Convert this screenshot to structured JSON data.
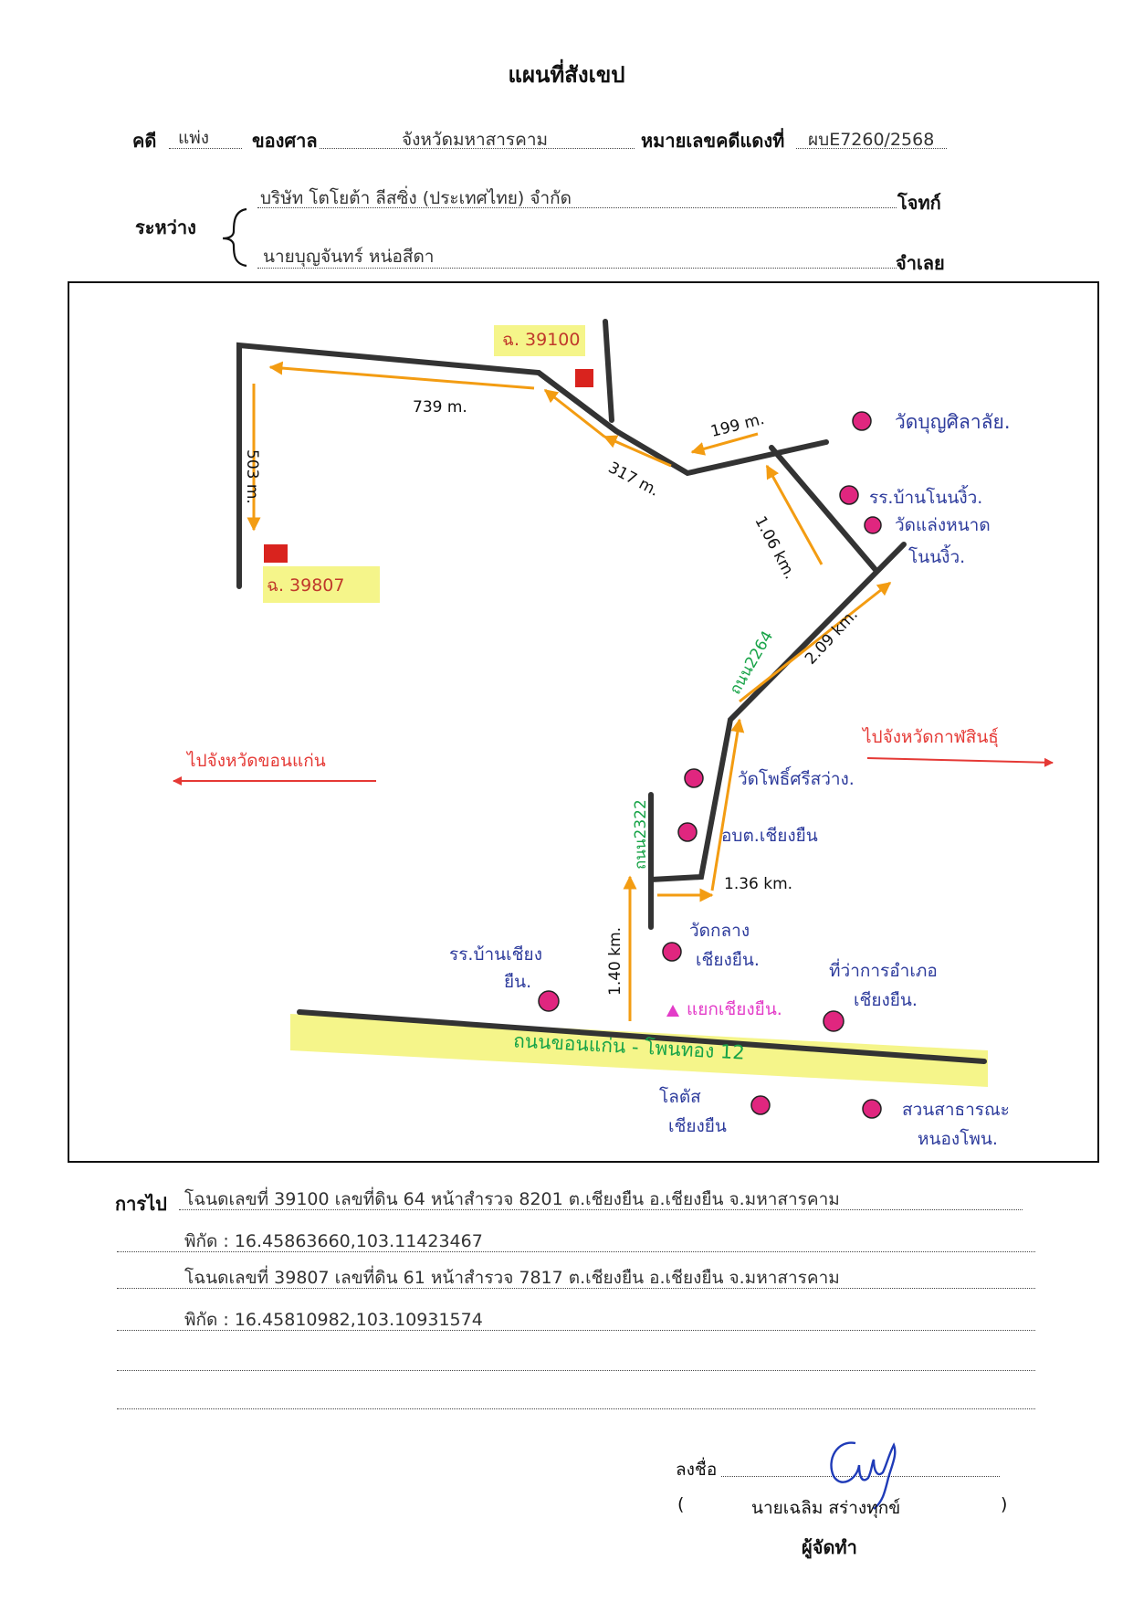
{
  "title": "แผนที่สังเขป",
  "case": {
    "case_label": "คดี",
    "case_type": "แพ่ง",
    "court_label": "ของศาล",
    "court": "จังหวัดมหาสารคาม",
    "red_no_label": "หมายเลขคดีแดงที่",
    "red_no": "ผบE7260/2568",
    "between_label": "ระหว่าง",
    "plaintiff": "บริษัท โตโยต้า ลีสซิ่ง (ประเทศไทย) จำกัด",
    "plaintiff_role": "โจทก์",
    "defendant": "นายบุญจันทร์  หน่อสีดา",
    "defendant_role": "จำเลย"
  },
  "map": {
    "parcel_a": "ฉ. 39100",
    "parcel_b": "ฉ. 39807",
    "dist_top_left": "739 m.",
    "dist_left_down": "503 m.",
    "dist_diag_317": "317 m.",
    "dist_199": "199 m.",
    "dist_106": "1.06 km.",
    "dist_209": "2.09 km.",
    "dist_136": "1.36 km.",
    "dist_140": "1.40 km.",
    "road_2264": "ถนน2264",
    "road_2322": "ถนน2322",
    "main_road": "ถนนขอนแก่น - โพนทอง  12",
    "to_khonkaen": "ไปจังหวัดขอนแก่น",
    "to_kalasin": "ไปจังหวัดกาฬสินธุ์",
    "junction": "แยกเชียงยืน.",
    "landmarks": {
      "wat_bupphasilalai": "วัดบุญศิลาลัย.",
      "school_ban_non_ngio": "รร.บ้านโนนงิ้ว.",
      "wat_laeng_nad": "วัดแล่งหนาด",
      "wat_laeng_nad_2": "โนนงิ้ว.",
      "wat_pho_si_sawang": "วัดโพธิ์ศรีสว่าง.",
      "sao_chiang_yuen": "อบต.เชียงยืน",
      "wat_klang": "วัดกลาง",
      "wat_klang_2": "เชียงยืน.",
      "school_chiang_yuen": "รร.บ้านเชียง",
      "school_chiang_yuen_2": "ยืน.",
      "district_office": "ที่ว่าการอำเภอ",
      "district_office_2": "เชียงยืน.",
      "lotus": "โลตัส",
      "lotus_2": "เชียงยืน",
      "public_park": "สวนสาธารณะ",
      "public_park_2": "หนองโพน."
    }
  },
  "directions": {
    "label": "การไป",
    "line1": "โฉนดเลขที่ 39100 เลขที่ดิน 64 หน้าสำรวจ 8201 ต.เชียงยืน อ.เชียงยืน จ.มหาสารคาม",
    "line2": "พิกัด : 16.45863660,103.11423467",
    "line3": "โฉนดเลขที่ 39807 เลขที่ดิน 61 หน้าสำรวจ 7817 ต.เชียงยืน อ.เชียงยืน จ.มหาสารคาม",
    "line4": "พิกัด : 16.45810982,103.10931574"
  },
  "signature": {
    "sign_label": "ลงชื่อ",
    "open_paren": "(",
    "name": "นายเฉลิม  สร่างทุกข์",
    "close_paren": ")",
    "role": "ผู้จัดทำ"
  },
  "colors": {
    "road": "#333333",
    "arrow_orange": "#f39c12",
    "arrow_red": "#e53935",
    "pink_dot": "#e0267f",
    "highlight": "#f5f58a",
    "parcel_red": "#d9231e",
    "label_blue": "#2d3b9c",
    "road_green": "#17a347",
    "junction_pink": "#e33cc8",
    "sign_blue": "#1f3bb8"
  }
}
